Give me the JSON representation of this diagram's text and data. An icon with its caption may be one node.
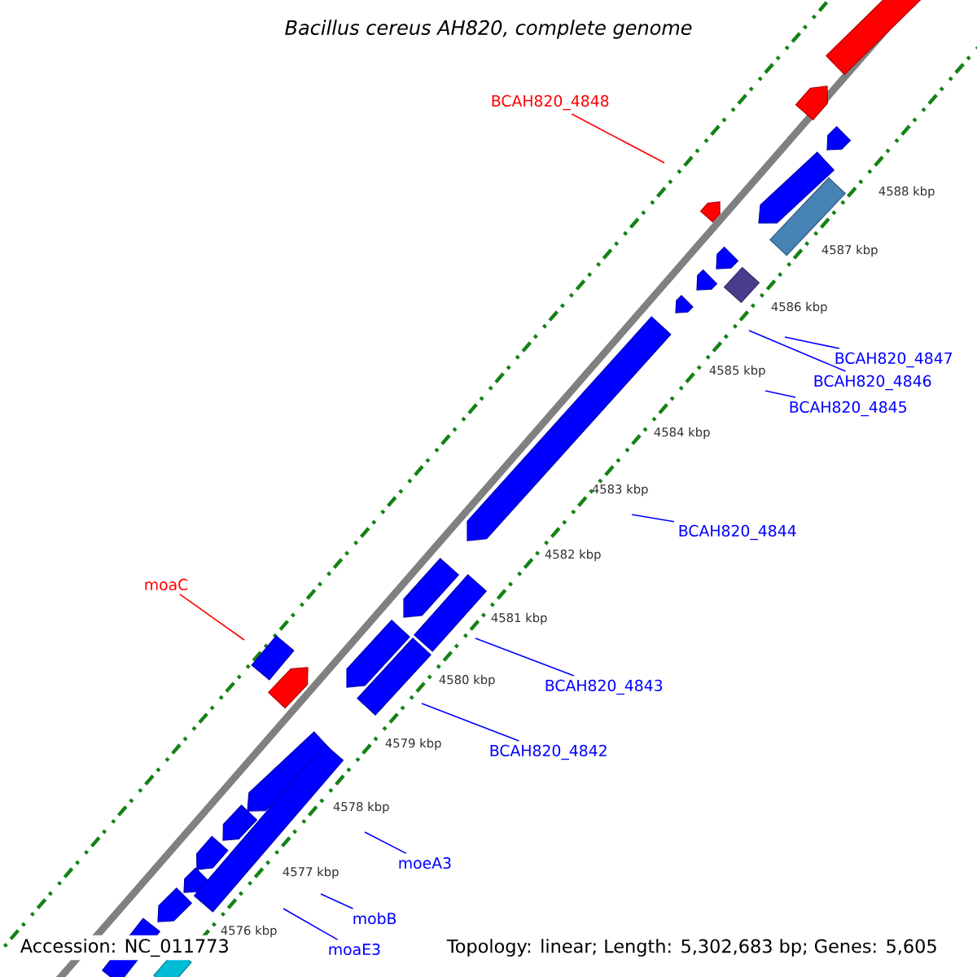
{
  "diagram": {
    "title": "Bacillus cereus AH820, complete genome",
    "nodes": [
      {
        "text": [
          "BCAH820_4848"
        ]
      },
      {
        "text": [
          "BCAH820_4847"
        ]
      },
      {
        "text": [
          "BCAH820_4846"
        ]
      },
      {
        "text": [
          "BCAH820_4845"
        ]
      },
      {
        "text": [
          "BCAH820_4844"
        ]
      },
      {
        "text": [
          "moaC"
        ]
      },
      {
        "text": [
          "BCAH820_4843"
        ]
      },
      {
        "text": [
          "BCAH820_4842"
        ]
      },
      {
        "text": [
          "moeA3"
        ]
      },
      {
        "text": [
          "mobB"
        ]
      },
      {
        "text": [
          "moaE3"
        ]
      }
    ],
    "edges": [
      {
        "from": 0,
        "to": null,
        "arrow": "none",
        "color": "#ff0000"
      },
      {
        "from": 1,
        "to": null,
        "arrow": "none"
      },
      {
        "from": 2,
        "to": null,
        "arrow": "none"
      },
      {
        "from": 3,
        "to": null,
        "arrow": "none"
      },
      {
        "from": 4,
        "to": null,
        "arrow": "none"
      },
      {
        "from": 5,
        "to": null,
        "arrow": "none",
        "color": "#ff0000"
      },
      {
        "from": 6,
        "to": null,
        "arrow": "none"
      },
      {
        "from": 7,
        "to": null,
        "arrow": "none"
      },
      {
        "from": 8,
        "to": null,
        "arrow": "none"
      },
      {
        "from": 9,
        "to": null,
        "arrow": "none"
      },
      {
        "from": 10,
        "to": null,
        "arrow": "none"
      }
    ],
    "labels": [
      "4588 kbp",
      "4587 kbp",
      "4586 kbp",
      "4585 kbp",
      "4584 kbp",
      "4583 kbp",
      "4582 kbp",
      "4581 kbp",
      "4580 kbp",
      "4579 kbp",
      "4578 kbp",
      "4577 kbp",
      "4576 kbp",
      "Accession: NC_011773",
      "Topology: linear; Length: 5,302,683 bp; Genes: 5,605"
    ]
  }
}
